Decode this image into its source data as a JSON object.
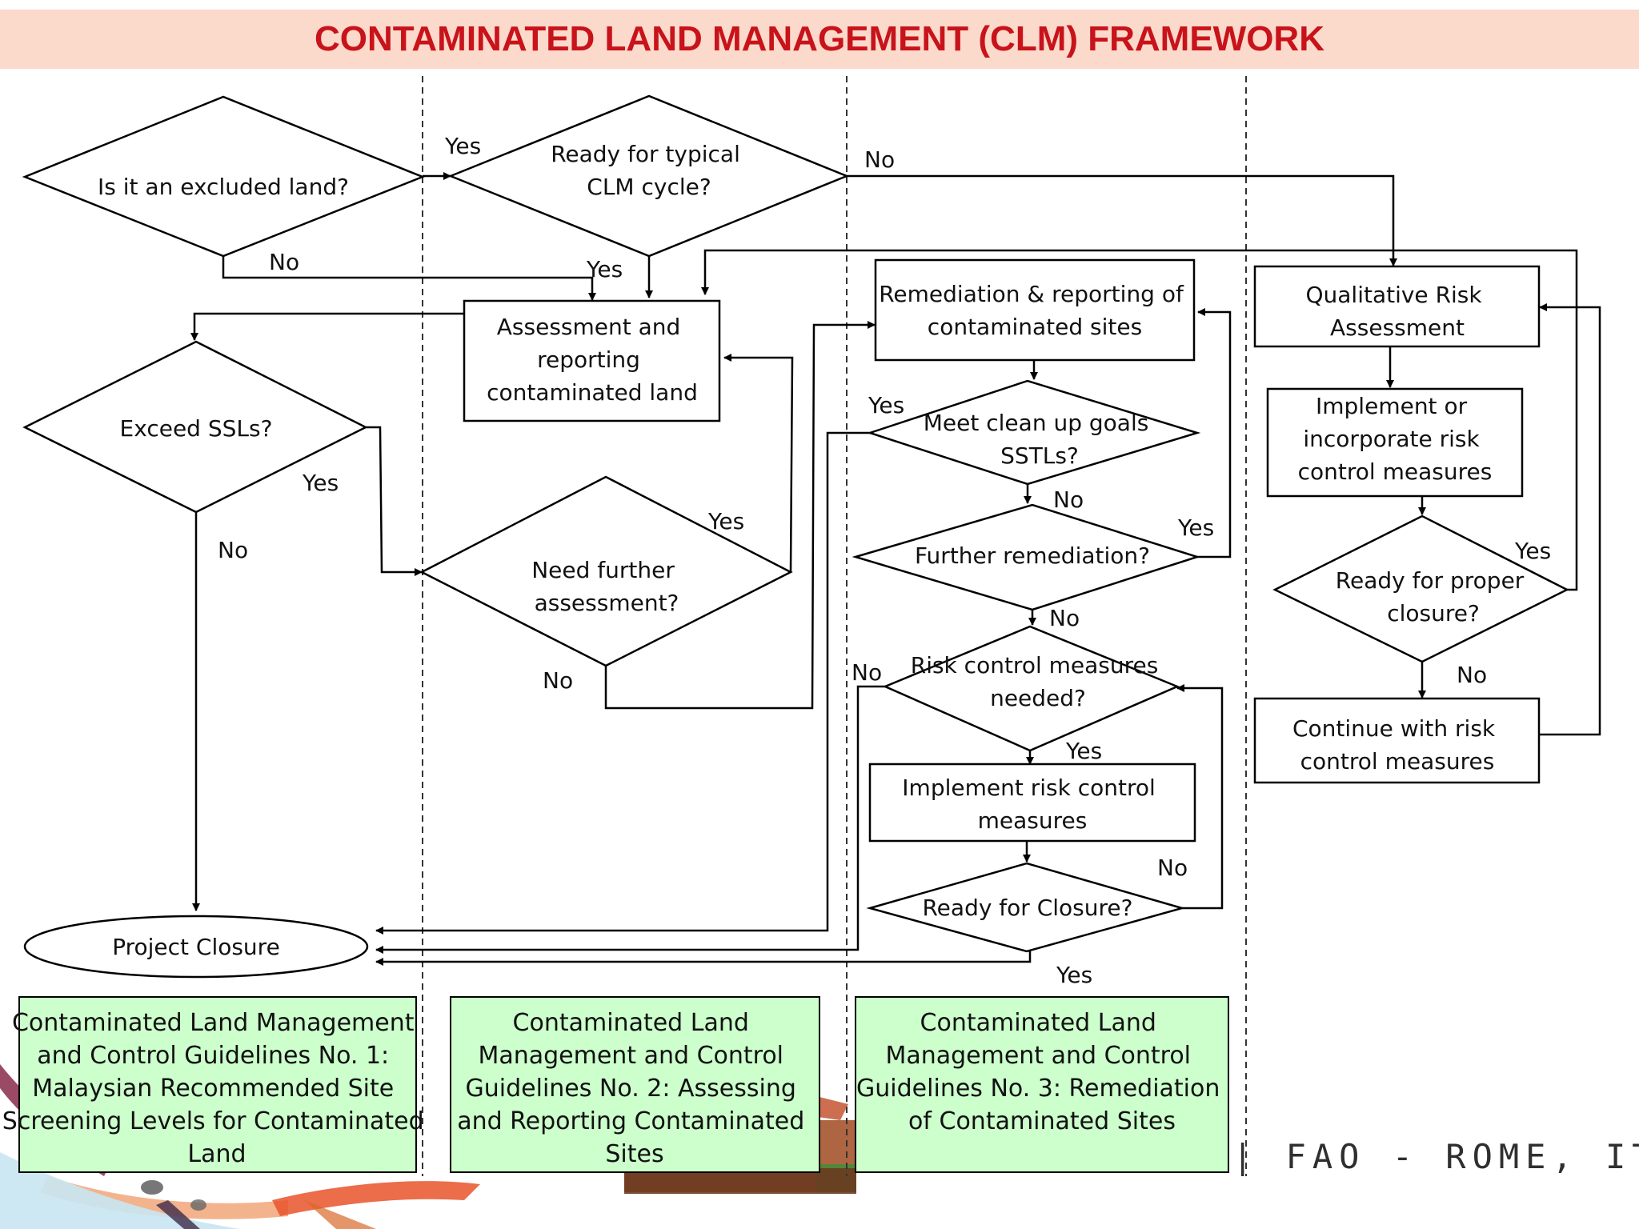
{
  "title": "CONTAMINATED LAND MANAGEMENT (CLM) FRAMEWORK",
  "colors": {
    "title_bg": "#fbd9cb",
    "title_text": "#c8131b",
    "guideline_bg": "#ccffcc",
    "line": "#000000"
  },
  "nodes": {
    "excluded": [
      "Is it an excluded land?"
    ],
    "ready_typical": [
      "Ready for typical",
      "CLM cycle?"
    ],
    "assessment": [
      "Assessment and",
      "reporting",
      "contaminated land"
    ],
    "exceed_ssls": [
      "Exceed SSLs?"
    ],
    "need_further": [
      "Need further",
      "assessment?"
    ],
    "remediation": [
      "Remediation & reporting of",
      "contaminated sites"
    ],
    "meet_goals": [
      "Meet clean up goals",
      "SSTLs?"
    ],
    "further_remediation": [
      "Further remediation?"
    ],
    "risk_needed": [
      "Risk control measures",
      "needed?"
    ],
    "implement_risk": [
      "Implement risk control",
      "measures"
    ],
    "ready_closure": [
      "Ready for Closure?"
    ],
    "qualitative": [
      "Qualitative Risk",
      "Assessment"
    ],
    "implement_incorporate": [
      "Implement or",
      "incorporate risk",
      "control measures"
    ],
    "ready_proper": [
      "Ready for proper",
      "closure?"
    ],
    "continue_risk": [
      "Continue with risk",
      "control measures"
    ],
    "project_closure": [
      "Project Closure"
    ]
  },
  "edge_labels": {
    "excluded_yes": "Yes",
    "excluded_no": "No",
    "typical_yes": "Yes",
    "typical_no": "No",
    "exceed_yes": "Yes",
    "exceed_no": "No",
    "further_assess_yes": "Yes",
    "further_assess_no": "No",
    "meet_yes": "Yes",
    "meet_no": "No",
    "further_rem_yes": "Yes",
    "further_rem_no": "No",
    "risk_no": "No",
    "risk_yes": "Yes",
    "closure_no": "No",
    "closure_yes": "Yes",
    "proper_yes": "Yes",
    "proper_no": "No"
  },
  "guidelines": [
    [
      "Contaminated Land Management",
      "and Control Guidelines No. 1:",
      "Malaysian Recommended Site",
      "Screening Levels for Contaminated",
      "Land"
    ],
    [
      "Contaminated Land",
      "Management and Control",
      "Guidelines No. 2: Assessing",
      "and Reporting Contaminated",
      "Sites"
    ],
    [
      "Contaminated Land",
      "Management and Control",
      "Guidelines No. 3: Remediation",
      "of Contaminated Sites"
    ]
  ],
  "footer": "| FAO - ROME, ITALY"
}
